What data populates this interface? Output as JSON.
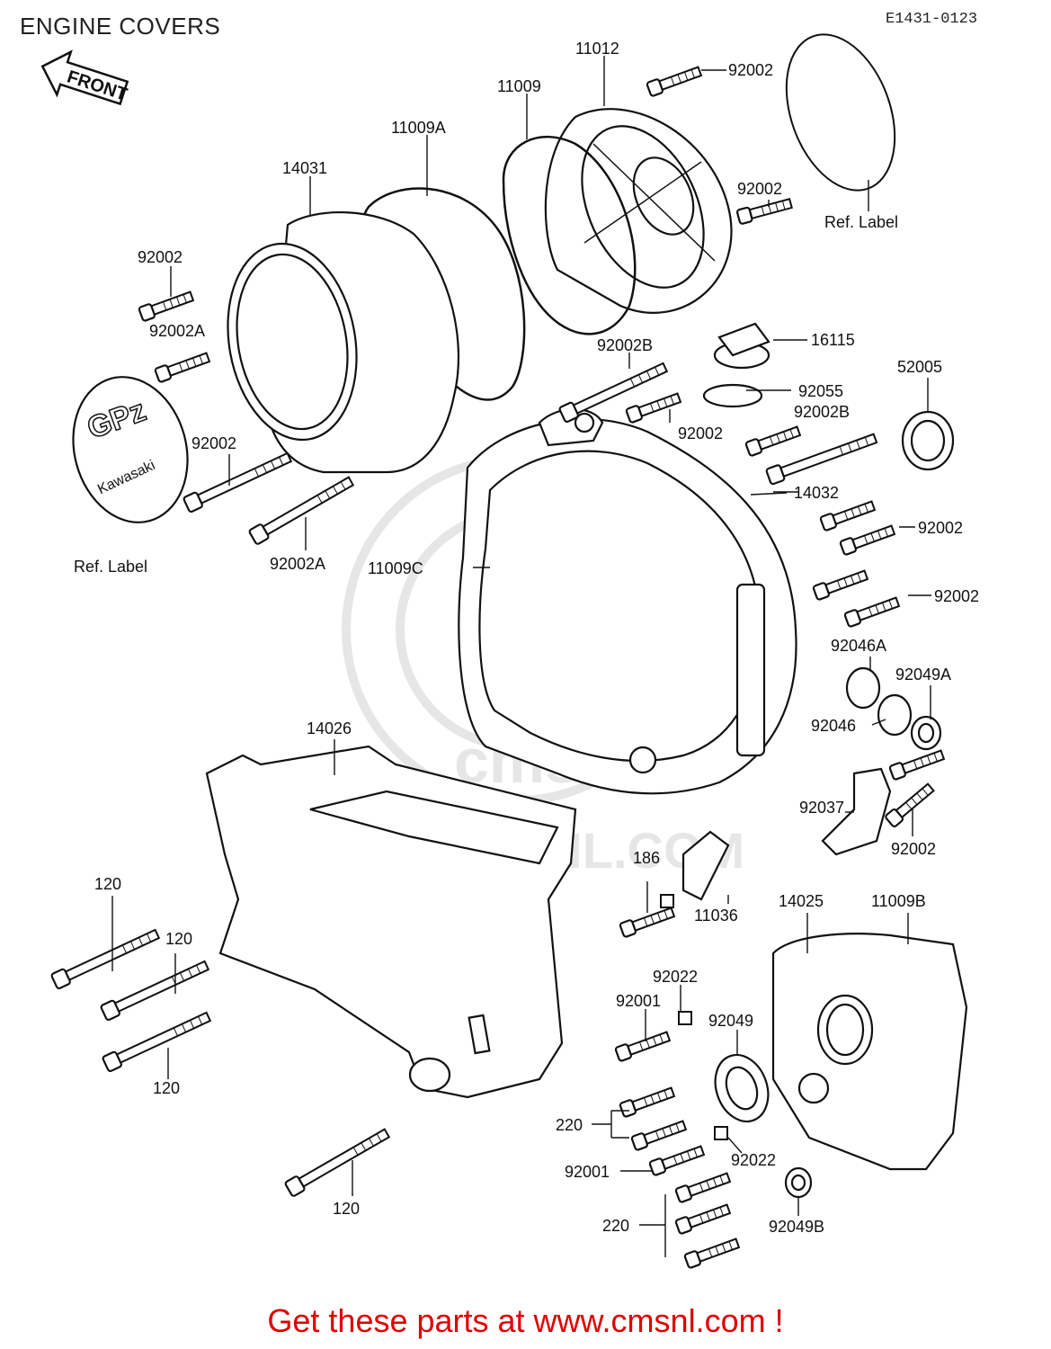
{
  "title": "ENGINE COVERS",
  "diagram_code": "E1431-0123",
  "front_arrow_label": "FRONT",
  "label_badge": {
    "logo": "GPz",
    "brand": "Kawasaki"
  },
  "ref_label_text": "Ref. Label",
  "watermark": {
    "brand": "cms",
    "url": "WWW.CMSNL.COM"
  },
  "footer": "Get these parts at www.cmsnl.com !",
  "part_numbers": {
    "p11012": "11012",
    "p92002_a": "92002",
    "p11009": "11009",
    "p11009A": "11009A",
    "p14031": "14031",
    "p92002_b": "92002",
    "p92002_c": "92002",
    "p92002A_a": "92002A",
    "p16115": "16115",
    "p92002B_a": "92002B",
    "p92055": "92055",
    "p52005": "52005",
    "p92002_d": "92002",
    "p92002B_b": "92002B",
    "p92002_e": "92002",
    "p92002A_b": "92002A",
    "p14032": "14032",
    "p11009C": "11009C",
    "p92002_f": "92002",
    "p92002_g": "92002",
    "p92046A": "92046A",
    "p92049A": "92049A",
    "p92046": "92046",
    "p14026": "14026",
    "p92037": "92037",
    "p92002_h": "92002",
    "p186": "186",
    "p120_a": "120",
    "p120_b": "120",
    "p11036": "11036",
    "p14025": "14025",
    "p11009B": "11009B",
    "p120_c": "120",
    "p92022_a": "92022",
    "p92001_a": "92001",
    "p92049": "92049",
    "p220_a": "220",
    "p92001_b": "92001",
    "p92022_b": "92022",
    "p120_d": "120",
    "p220_b": "220",
    "p92049B": "92049B"
  }
}
